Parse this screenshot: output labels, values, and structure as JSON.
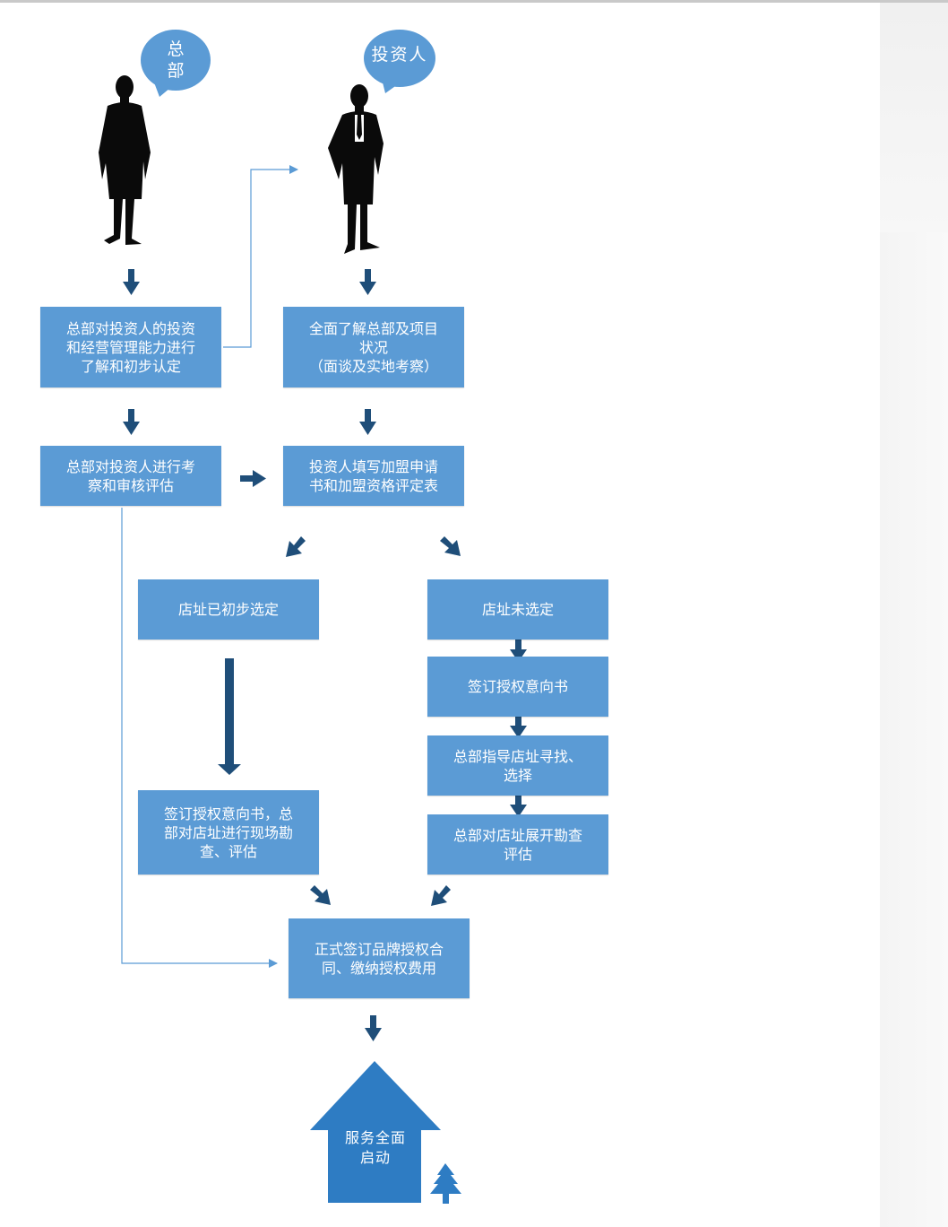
{
  "bubbles": {
    "hq": "总\n部",
    "investor": "投资人"
  },
  "steps": {
    "hq_assess": "总部对投资人的投资\n和经营管理能力进行\n了解和初步认定",
    "investor_learn": "全面了解总部及项目\n状况\n（面谈及实地考察）",
    "hq_review": "总部对投资人进行考\n察和审核评估",
    "investor_apply": "投资人填写加盟申请\n书和加盟资格评定表",
    "site_selected": "店址已初步选定",
    "site_not_selected": "店址未选定",
    "sign_intent": "签订授权意向书",
    "hq_guide_site": "总部指导店址寻找、\n选择",
    "sign_intent_survey": "签订授权意向书，总\n部对店址进行现场勘\n查、评估",
    "hq_survey_site": "总部对店址展开勘查\n评估",
    "sign_contract": "正式签订品牌授权合\n同、缴纳授权费用"
  },
  "final": {
    "label": "服务全面\n启动"
  },
  "colors": {
    "box_fill": "#5b9bd5",
    "arrow": "#1f4e79",
    "connector": "#5b9bd5",
    "silhouette": "#0a0a0a",
    "house": "#2e7cc3"
  }
}
